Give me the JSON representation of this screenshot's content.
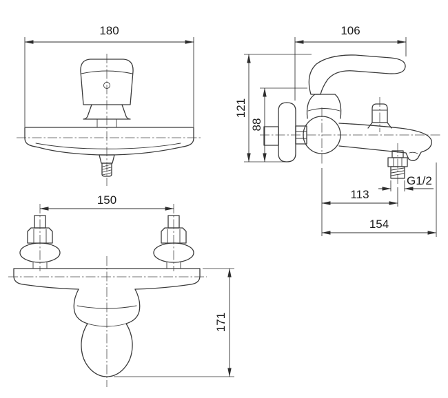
{
  "colors": {
    "line": "#3a3a3a",
    "dim": "#2d2d2d",
    "centerline": "#4a4a4a",
    "text": "#1c1c1c",
    "background": "#ffffff"
  },
  "dimensions": {
    "front_width": "180",
    "side_width": "106",
    "side_height_total": "121",
    "side_height_inner": "88",
    "shower_reach": "113",
    "total_reach": "154",
    "thread_size": "G1/2",
    "mounting_centers": "150",
    "total_height": "171"
  }
}
